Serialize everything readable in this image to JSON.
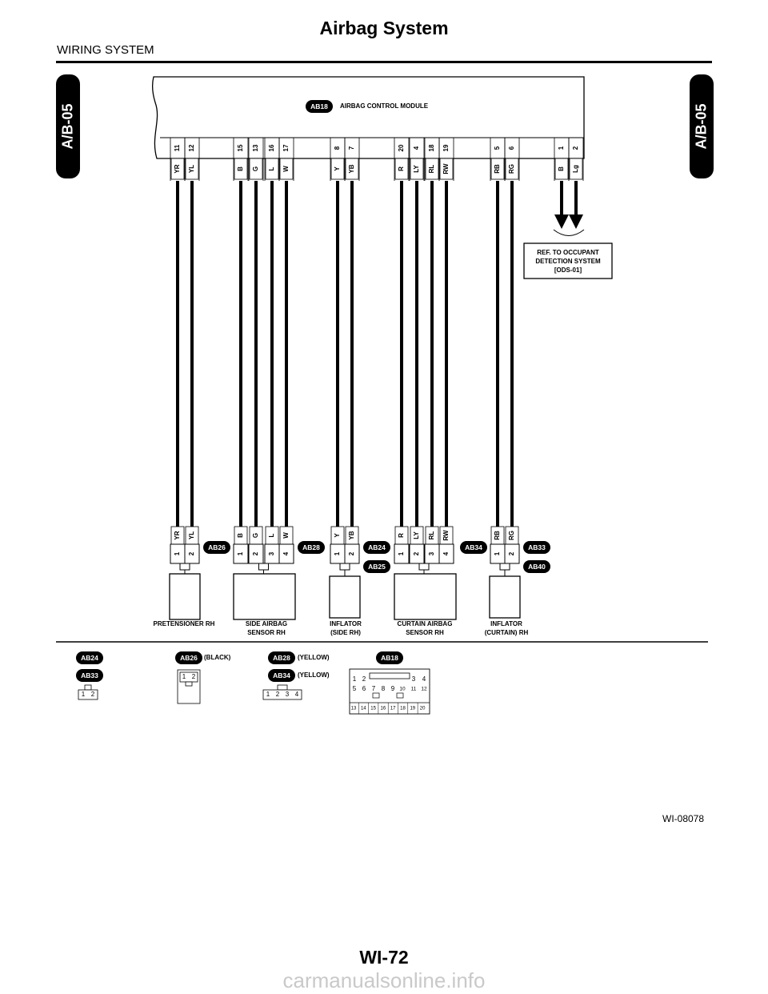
{
  "page": {
    "title": "Airbag System",
    "section": "WIRING SYSTEM",
    "side_tab_label": "A/B-05",
    "page_number": "WI-72",
    "figure_id": "WI-08078",
    "watermark": "carmanualsonline.info"
  },
  "module": {
    "connector": "AB18",
    "name": "AIRBAG CONTROL MODULE",
    "pins": [
      {
        "pin": "11",
        "color": "YR"
      },
      {
        "pin": "12",
        "color": "YL"
      },
      {
        "pin": "15",
        "color": "B"
      },
      {
        "pin": "13",
        "color": "G"
      },
      {
        "pin": "16",
        "color": "L"
      },
      {
        "pin": "17",
        "color": "W"
      },
      {
        "pin": "8",
        "color": "Y"
      },
      {
        "pin": "7",
        "color": "YB"
      },
      {
        "pin": "20",
        "color": "R"
      },
      {
        "pin": "4",
        "color": "LY"
      },
      {
        "pin": "18",
        "color": "RL"
      },
      {
        "pin": "19",
        "color": "RW"
      },
      {
        "pin": "5",
        "color": "RB"
      },
      {
        "pin": "6",
        "color": "RG"
      },
      {
        "pin": "1",
        "color": "B"
      },
      {
        "pin": "2",
        "color": "Lg"
      }
    ]
  },
  "reference_box": [
    "REF. TO OCCUPANT",
    "DETECTION SYSTEM",
    "[ODS-01]"
  ],
  "components": [
    {
      "name": [
        "PRETENSIONER RH"
      ],
      "connectors": [
        "AB26"
      ],
      "wires": [
        "YR",
        "YL"
      ],
      "pins": [
        "1",
        "2"
      ]
    },
    {
      "name": [
        "SIDE AIRBAG",
        "SENSOR RH"
      ],
      "connectors": [
        "AB28"
      ],
      "wires": [
        "B",
        "G",
        "L",
        "W"
      ],
      "pins": [
        "1",
        "2",
        "3",
        "4"
      ]
    },
    {
      "name": [
        "INFLATOR",
        "(SIDE RH)"
      ],
      "connectors": [
        "AB24",
        "AB25"
      ],
      "wires": [
        "Y",
        "YB"
      ],
      "pins": [
        "1",
        "2"
      ]
    },
    {
      "name": [
        "CURTAIN AIRBAG",
        "SENSOR RH"
      ],
      "connectors": [
        "AB34"
      ],
      "wires": [
        "R",
        "LY",
        "RL",
        "RW"
      ],
      "pins": [
        "1",
        "2",
        "3",
        "4"
      ]
    },
    {
      "name": [
        "INFLATOR",
        "(CURTAIN) RH"
      ],
      "connectors": [
        "AB33",
        "AB40"
      ],
      "wires": [
        "RB",
        "RG"
      ],
      "pins": [
        "1",
        "2"
      ]
    }
  ],
  "legend": {
    "g1": {
      "connectors": [
        "AB24",
        "AB33"
      ],
      "pins": [
        "1",
        "2"
      ]
    },
    "g2": {
      "connectors": [
        "AB26"
      ],
      "color_note": "(BLACK)",
      "pins": [
        "1",
        "2"
      ]
    },
    "g3": {
      "connectors": [
        "AB28",
        "AB34"
      ],
      "color_notes": [
        "(YELLOW)",
        "(YELLOW)"
      ],
      "pins": [
        "1",
        "2",
        "3",
        "4"
      ]
    },
    "g4": {
      "connectors": [
        "AB18"
      ],
      "rows": [
        [
          "1",
          "2",
          "3",
          "4"
        ],
        [
          "5",
          "6",
          "7",
          "8",
          "9",
          "10",
          "11",
          "12"
        ],
        [
          "13",
          "14",
          "15",
          "16",
          "17",
          "18",
          "19",
          "20"
        ]
      ]
    }
  }
}
